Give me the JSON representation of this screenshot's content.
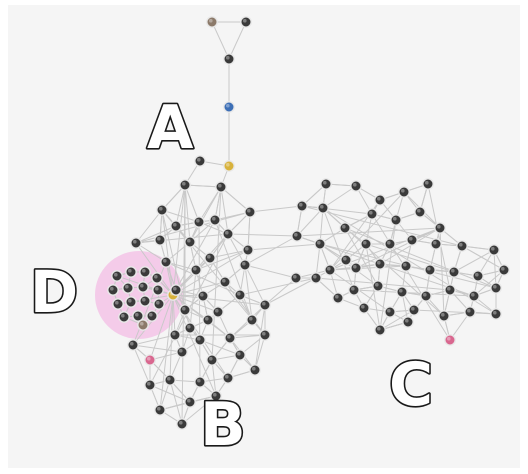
{
  "labels": {
    "a": "A",
    "b": "B",
    "c": "C",
    "d": "D"
  },
  "colors": {
    "background": "#f5f5f5",
    "edge": "#c9c9c9",
    "highlight": "#f2a7de",
    "node_dark": "#3a3a3a",
    "node_blue": "#3d6fb6",
    "node_yellow": "#d8b23c",
    "node_pink": "#d9678f"
  }
}
